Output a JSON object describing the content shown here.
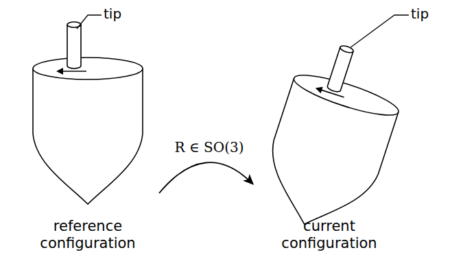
{
  "diagram": {
    "labels": [
      "tip",
      "R ∈ SO(3)",
      "tip",
      "reference configuration",
      "current configuration"
    ]
  }
}
